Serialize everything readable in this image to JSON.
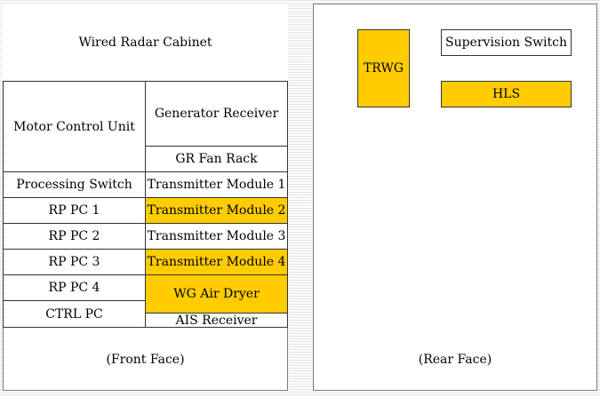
{
  "front": {
    "title": "Wired Radar Cabinet",
    "caption": "(Front Face)",
    "modules": {
      "motor_control_unit": "Motor Control Unit",
      "generator_receiver": "Generator Receiver",
      "gr_fan_rack": "GR Fan Rack",
      "processing_switch": "Processing Switch",
      "transmitter_module_1": "Transmitter Module 1",
      "rp_pc_1": "RP PC 1",
      "transmitter_module_2": "Transmitter Module 2",
      "rp_pc_2": "RP PC 2",
      "transmitter_module_3": "Transmitter Module 3",
      "rp_pc_3": "RP PC 3",
      "transmitter_module_4": "Transmitter Module 4",
      "rp_pc_4": "RP PC 4",
      "wg_air_dryer": "WG Air Dryer",
      "ctrl_pc": "CTRL PC",
      "ais_receiver": "AIS Receiver"
    }
  },
  "rear": {
    "caption": "(Rear Face)",
    "modules": {
      "trwg": "TRWG",
      "supervision_switch": "Supervision Switch",
      "hls": "HLS"
    }
  },
  "colors": {
    "highlight": "#ffcc00",
    "border": "#333333",
    "background": "#ffffff"
  }
}
